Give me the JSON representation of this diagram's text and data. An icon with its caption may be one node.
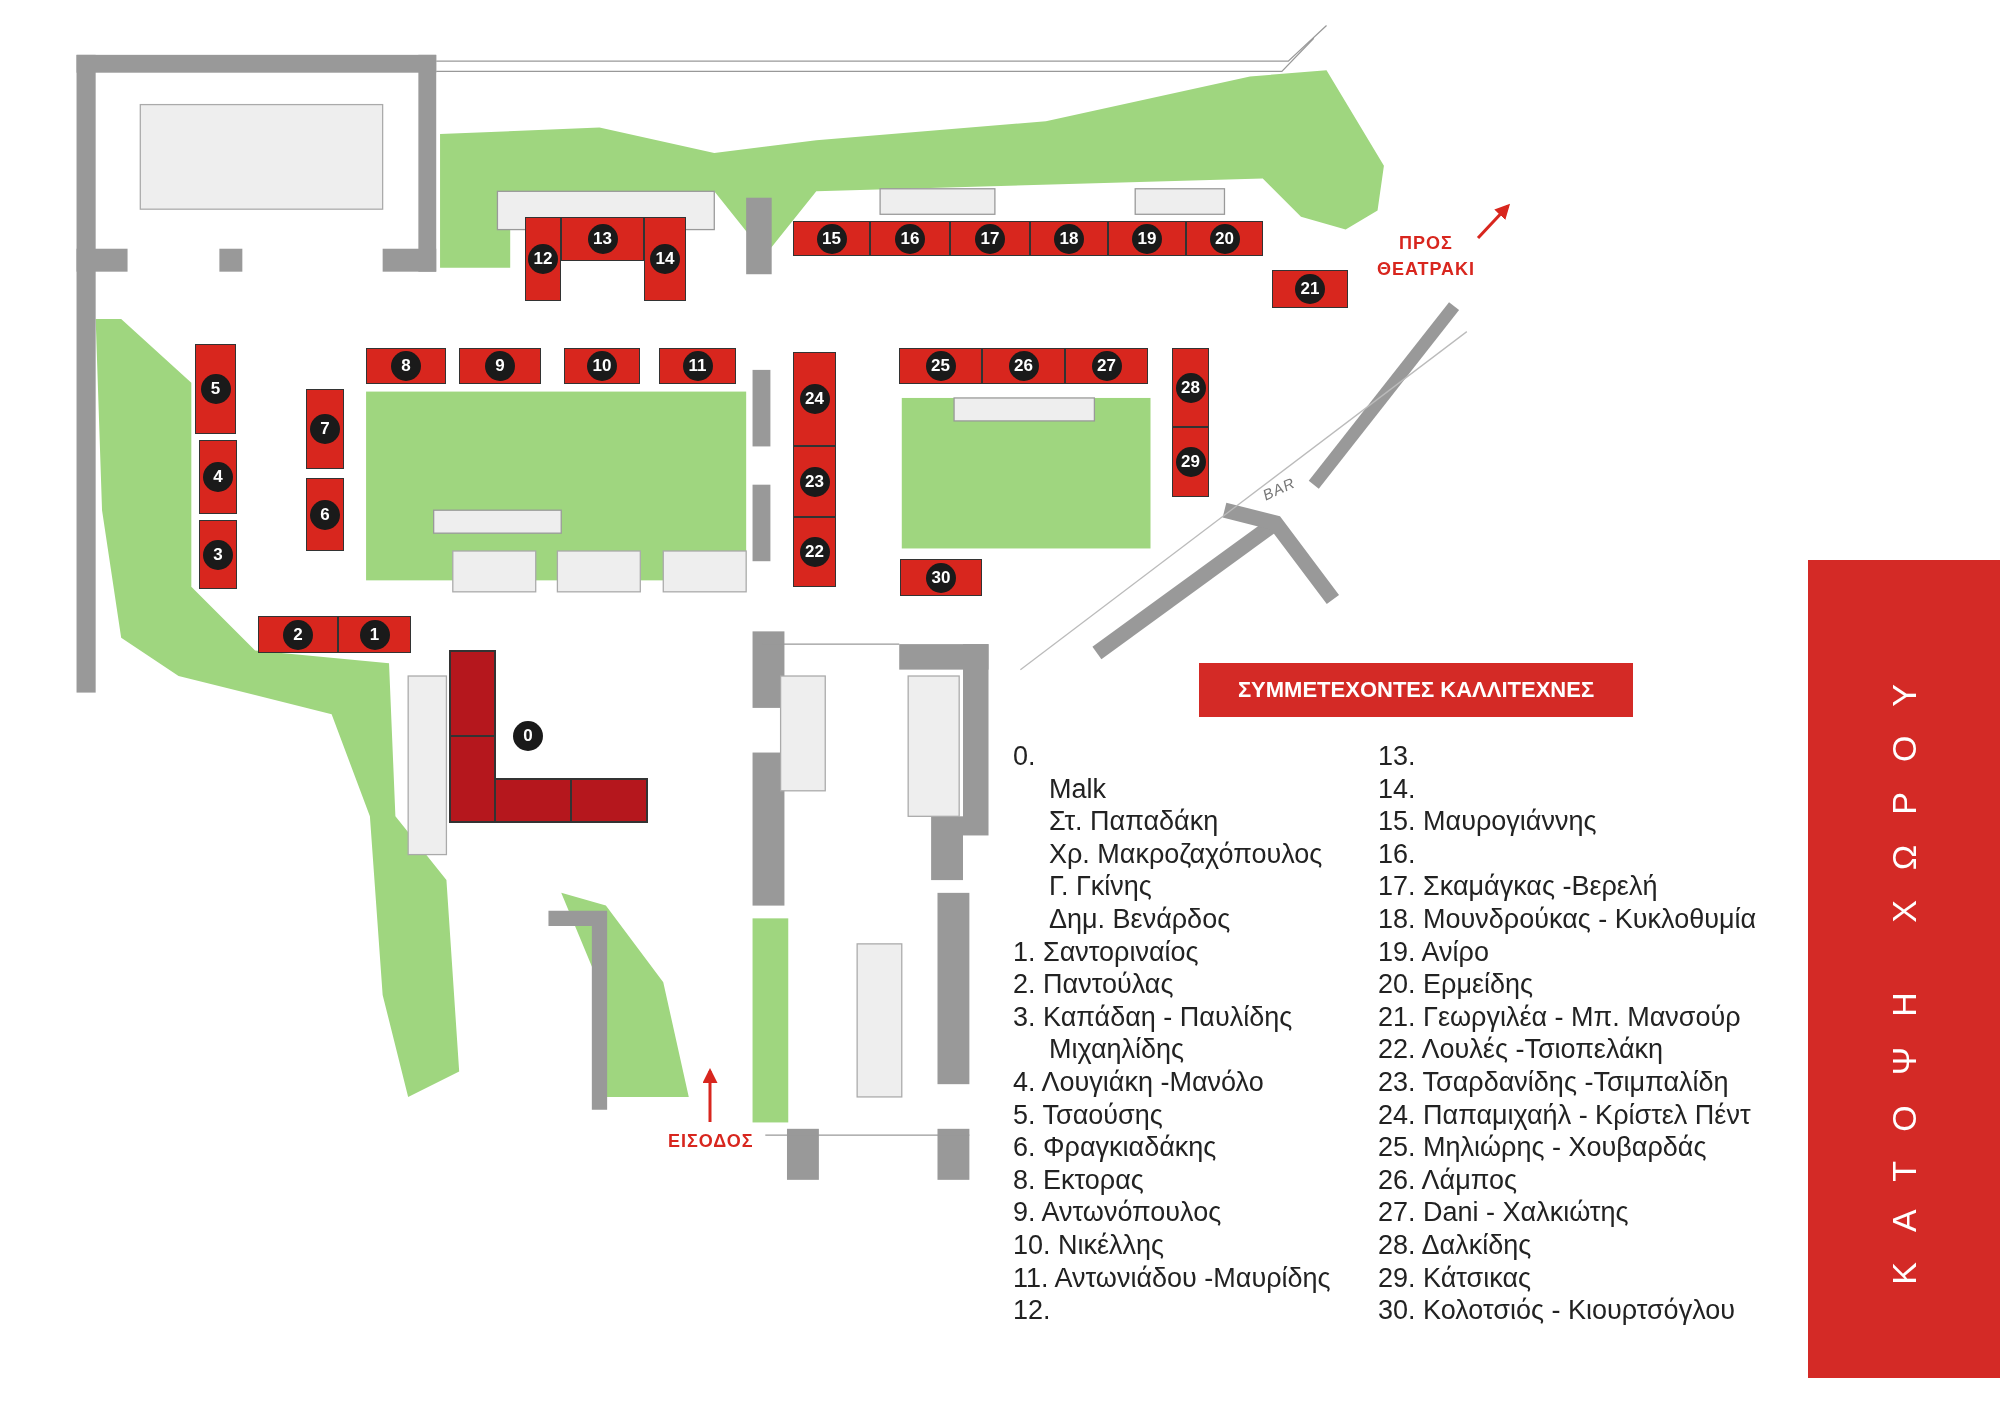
{
  "diagram": {
    "nodes": [
      {
        "text": [
          "0"
        ]
      },
      {
        "text": [
          "1"
        ]
      },
      {
        "text": [
          "2"
        ]
      },
      {
        "text": [
          "3"
        ]
      },
      {
        "text": [
          "4"
        ]
      },
      {
        "text": [
          "5"
        ]
      },
      {
        "text": [
          "6"
        ]
      },
      {
        "text": [
          "7"
        ]
      },
      {
        "text": [
          "8"
        ]
      },
      {
        "text": [
          "9"
        ]
      },
      {
        "text": [
          "10"
        ]
      },
      {
        "text": [
          "11"
        ]
      },
      {
        "text": [
          "12"
        ]
      },
      {
        "text": [
          "13"
        ]
      },
      {
        "text": [
          "14"
        ]
      },
      {
        "text": [
          "15"
        ]
      },
      {
        "text": [
          "16"
        ]
      },
      {
        "text": [
          "17"
        ]
      },
      {
        "text": [
          "18"
        ]
      },
      {
        "text": [
          "19"
        ]
      },
      {
        "text": [
          "20"
        ]
      },
      {
        "text": [
          "21"
        ]
      },
      {
        "text": [
          "22"
        ]
      },
      {
        "text": [
          "23"
        ]
      },
      {
        "text": [
          "24"
        ]
      },
      {
        "text": [
          "25"
        ]
      },
      {
        "text": [
          "26"
        ]
      },
      {
        "text": [
          "27"
        ]
      },
      {
        "text": [
          "28"
        ]
      },
      {
        "text": [
          "29"
        ]
      },
      {
        "text": [
          "30"
        ]
      },
      {
        "text": [
          "ΣΥΜΜΕΤΕΧΟΝΤΕΣ ΚΑΛΛΙΤΕΧΝΕΣ"
        ]
      },
      {
        "text": [
          "ΚΑΤΟΨΗ ΧΩΡΟΥ"
        ]
      }
    ],
    "labels": [
      "0.",
      "Malk",
      "Στ. Παπαδάκη",
      "Χρ. Μακροζαχόπουλος",
      "Γ. Γκίνης",
      "Δημ. Βενάρδος",
      "1. Σαντοριναίος",
      "2. Παντούλας",
      "3. Καπάδαη - Παυλίδης",
      "Μιχαηλίδης",
      "4. Λουγιάκη -Μανόλο",
      "5. Τσαούσης",
      "6. Φραγκιαδάκης",
      "8. Εκτορας",
      "9. Αντωνόπουλος",
      "10. Νικέλλης",
      "11. Αντωνιάδου -Μαυρίδης",
      "12.",
      "13.",
      "14.",
      "15. Μαυρογιάννης",
      "16.",
      "17. Σκαμάγκας -Βερελή",
      "18. Μουνδρούκας - Κυκλοθυμία",
      "19. Ανίρο",
      "20. Ερμείδης",
      "21. Γεωργιλέα - Μπ. Μανσούρ",
      "22. Λουλές -Τσιοπελάκη",
      "23. Τσαρδανίδης -Τσιμπαλίδη",
      "24. Παπαμιχαήλ - Κρίστελ Πέντ",
      "25. Μηλιώρης - Χουβαρδάς",
      "26. Λάμπος",
      "27. Dani - Χαλκιώτης",
      "28. Δαλκίδης",
      "29. Κάτσικας",
      "30. Κολοτσιός - Κιουρτσόγλου",
      "ΠΡΟΣ ΘΕΑΤΡΑΚΙ",
      "BAR",
      "ΕΙΣΟΔΟΣ"
    ]
  }
}
